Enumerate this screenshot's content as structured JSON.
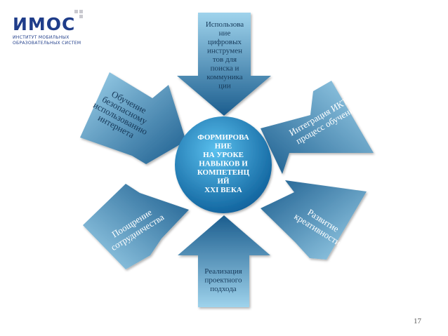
{
  "logo": {
    "brand_text": "ИМОС",
    "subtitle_line1": "ИНСТИТУТ МОБИЛЬНЫХ",
    "subtitle_line2": "ОБРАЗОВАТЕЛЬНЫХ СИСТЕМ"
  },
  "diagram": {
    "center": {
      "lines": [
        "ФОРМИРОВА",
        "НИЕ",
        "НА УРОКЕ",
        "НАВЫКОВ И",
        "КОМПЕТЕНЦ",
        "ИЙ",
        "XXI ВЕКА"
      ]
    },
    "arrows": [
      {
        "id": "top",
        "lines": [
          "Использова",
          "ние",
          "цифровых",
          "инструмен",
          "тов для",
          "поиска и",
          "коммуника",
          "ции"
        ]
      },
      {
        "id": "top-right",
        "lines": [
          "Интеграция ИКТ в",
          "процесс обучения"
        ]
      },
      {
        "id": "bottom-right",
        "lines": [
          "Развитие",
          "креативности"
        ]
      },
      {
        "id": "bottom",
        "lines": [
          "Реализация",
          "проектного",
          "подхода"
        ]
      },
      {
        "id": "bottom-left",
        "lines": [
          "Поощрение",
          "сотрудничества"
        ]
      },
      {
        "id": "top-left",
        "lines": [
          "Обучение",
          "безопасному",
          "использованию",
          "интернета"
        ]
      }
    ],
    "colors": {
      "arrow_light": "#9fd3ec",
      "arrow_dark": "#1b5d8e",
      "center_light": "#5ac0ee",
      "center_dark": "#0d5f9a",
      "text_dark": "#173a5a",
      "text_light": "#ffffff"
    }
  },
  "footer": {
    "page_number": "17"
  }
}
